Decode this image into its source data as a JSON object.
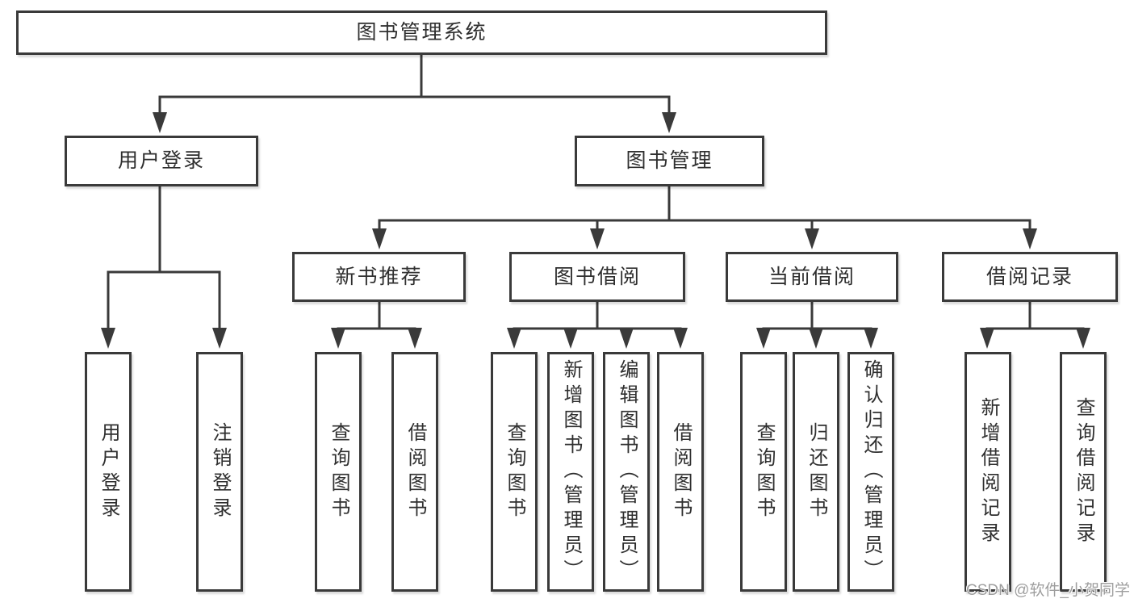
{
  "diagram_title": "图书管理系统",
  "tree": {
    "label": "图书管理系统",
    "children": [
      {
        "label": "用户登录",
        "children": [
          {
            "label": "用户登录"
          },
          {
            "label": "注销登录"
          }
        ]
      },
      {
        "label": "图书管理",
        "children": [
          {
            "label": "新书推荐",
            "children": [
              {
                "label": "查询图书"
              },
              {
                "label": "借阅图书"
              }
            ]
          },
          {
            "label": "图书借阅",
            "children": [
              {
                "label": "查询图书"
              },
              {
                "label": "新增图书（管理员）"
              },
              {
                "label": "编辑图书（管理员）"
              },
              {
                "label": "借阅图书"
              }
            ]
          },
          {
            "label": "当前借阅",
            "children": [
              {
                "label": "查询图书"
              },
              {
                "label": "归还图书"
              },
              {
                "label": "确认归还（管理员）"
              }
            ]
          },
          {
            "label": "借阅记录",
            "children": [
              {
                "label": "新增借阅记录"
              },
              {
                "label": "查询借阅记录"
              }
            ]
          }
        ]
      }
    ]
  },
  "watermark": "CSDN @软件_小贺同学",
  "colors": {
    "line": "#3a3a3a",
    "box_border": "#3a3a3a",
    "text": "#2f2f2f",
    "watermark": "#9e9e9e",
    "background": "#ffffff"
  }
}
